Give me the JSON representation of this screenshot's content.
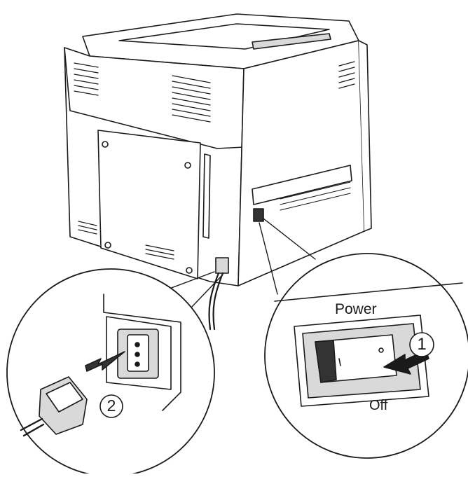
{
  "labels": {
    "power": "Power",
    "off": "Off",
    "step1": "1",
    "step2": "2"
  },
  "colors": {
    "line": "#1a1a1a",
    "fill": "#ffffff",
    "shade": "#d9d9d9",
    "dark": "#333333"
  }
}
